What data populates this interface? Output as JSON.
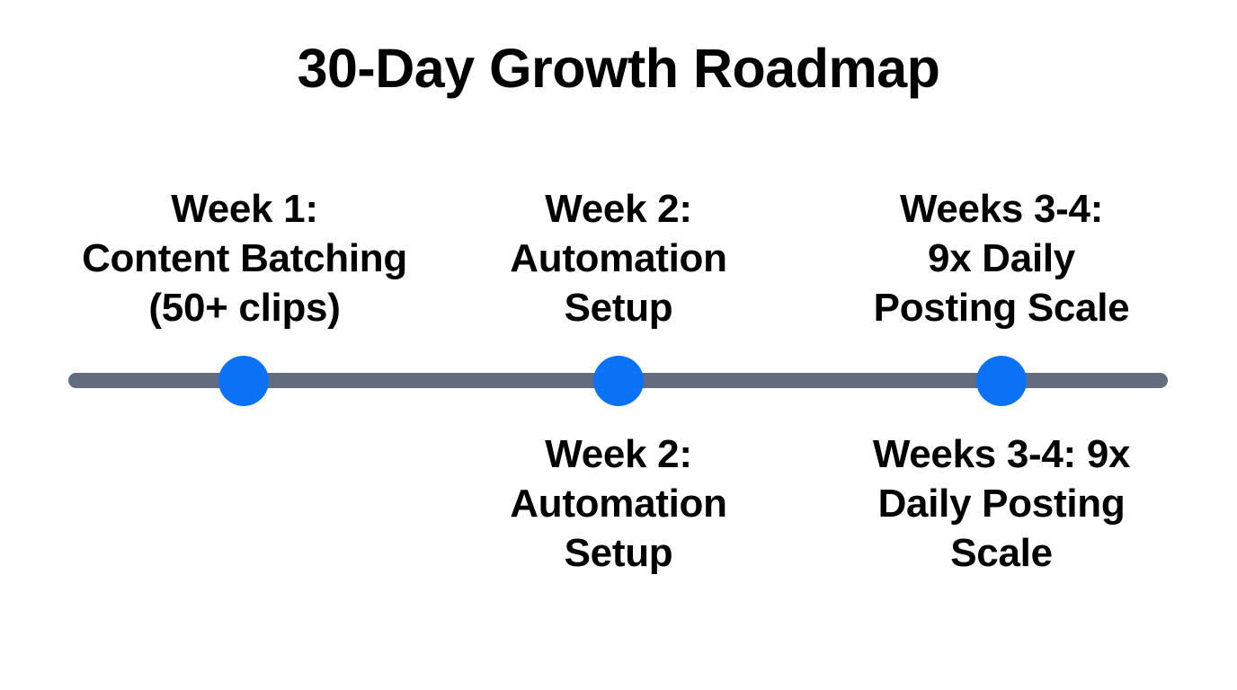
{
  "page": {
    "title": "30-Day Growth Roadmap",
    "background_color": "#ffffff",
    "text_color": "#000000"
  },
  "timeline": {
    "axis_color": "#646d80",
    "node_color": "#0a72f5",
    "nodes": [
      {
        "id": "week-1",
        "marker_label": "timeline-node-1",
        "label_above": {
          "lines": [
            "Week 1:",
            "Content Batching",
            "(50+ clips)"
          ],
          "full_text": "Week 1: Content Batching (50+ clips)"
        },
        "label_below": null
      },
      {
        "id": "week-2",
        "marker_label": "timeline-node-2",
        "label_above": {
          "lines": [
            "Week 2:",
            "Automation",
            "Setup"
          ],
          "full_text": "Week 2: Automation Setup"
        },
        "label_below": {
          "lines": [
            "Week 2:",
            "Automation",
            "Setup"
          ],
          "full_text": "Week 2: Automation Setup"
        }
      },
      {
        "id": "weeks-3-4",
        "marker_label": "timeline-node-3",
        "label_above": {
          "lines": [
            "Weeks 3-4:",
            "9x Daily",
            "Posting Scale"
          ],
          "full_text": "Weeks 3-4: 9x Daily Posting Scale"
        },
        "label_below": {
          "lines": [
            "Weeks 3-4: 9x",
            "Daily Posting",
            "Scale"
          ],
          "full_text": "Weeks 3-4: 9x Daily Posting Scale"
        }
      }
    ]
  }
}
